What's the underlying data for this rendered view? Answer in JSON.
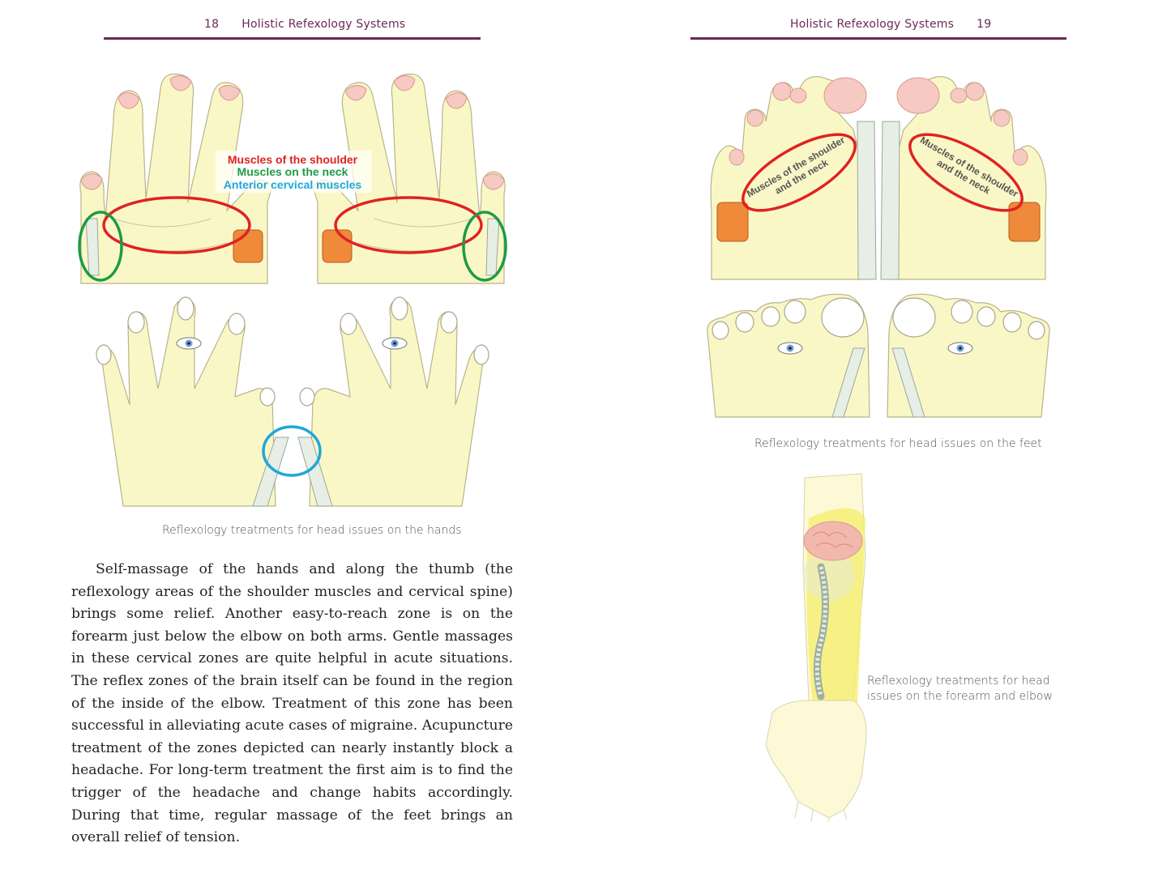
{
  "left_page": {
    "page_number": "18",
    "running_title": "Holistic Refexology Systems",
    "figure_hands": {
      "annotations": {
        "shoulder": "Muscles of the shoulder",
        "neck": "Muscles on the neck",
        "cervical": "Anterior cervical muscles"
      },
      "caption": "Reflexology treatments for head issues on the hands"
    },
    "body_paragraph": "Self-massage of the hands and along the thumb (the reflexology areas of the shoulder muscles and cervical spine) brings some relief. Another easy-to-reach zone is on the forearm just below the elbow on both arms. Gentle massages in these cervical zones are quite helpful in acute situations. The reflex zones of the brain itself can be found in the region of the inside of the elbow. Treatment of this zone has been successful in alleviating acute cases of migraine. Acupuncture treatment of the zones depicted can nearly instantly block a headache. For long-term treatment the first aim is to find the trigger of the headache and change habits accordingly. During that time, regular massage of the feet brings an overall relief of tension."
  },
  "right_page": {
    "page_number": "19",
    "running_title": "Holistic Refexology Systems",
    "figure_feet": {
      "annotation_left_line1": "Muscles of the shoulder",
      "annotation_left_line2": "and the neck",
      "annotation_right_line1": "Muscles of the shoulder",
      "annotation_right_line2": "and the neck",
      "caption": "Reflexology treatments for head issues on the feet"
    },
    "figure_forearm": {
      "caption_line1": "Reflexology treatments for head",
      "caption_line2": "issues on the forearm and elbow"
    }
  },
  "colors": {
    "accent_rule": "#6b2a55",
    "skin": "#faf7c7",
    "highlight_red": "#e02222",
    "highlight_green": "#1e9a45",
    "highlight_blue": "#1fa7d8"
  }
}
